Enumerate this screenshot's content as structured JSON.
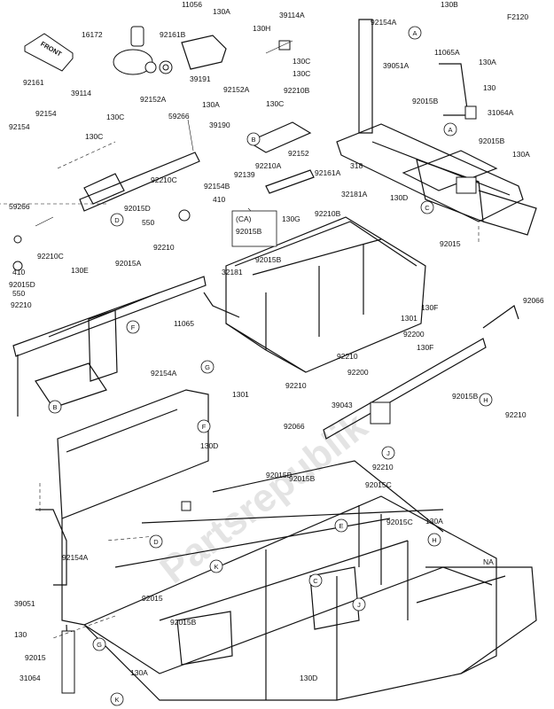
{
  "figure_code": "F2120",
  "front_label": "FRONT",
  "watermark": "Partsrepublik",
  "part_labels": [
    "130B",
    "11056",
    "130A",
    "130H",
    "39114A",
    "92154A",
    "11065A",
    "130A",
    "16172",
    "92161B",
    "130C",
    "130C",
    "39051A",
    "130",
    "31064A",
    "92161",
    "92152A",
    "130A",
    "92152A",
    "39191",
    "39114",
    "130C",
    "130C",
    "92210B",
    "92154",
    "130C",
    "92015B",
    "92154",
    "59266",
    "39190",
    "92152",
    "318",
    "92015B",
    "130A",
    "92210A",
    "92161A",
    "92154B",
    "92139",
    "92210C",
    "410",
    "130G",
    "92210B",
    "32181A",
    "130D",
    "59266",
    "92015D",
    "550",
    "92210C",
    "92015A",
    "92210",
    "32181",
    "410",
    "130E",
    "92015",
    "92015D",
    "550",
    "92210",
    "11065",
    "92015B",
    "1301",
    "92066",
    "130F",
    "92200",
    "92210",
    "130F",
    "92154A",
    "92200",
    "1301",
    "92210",
    "39043",
    "92015B",
    "92210",
    "92066",
    "130D",
    "92210",
    "92015B",
    "92015B",
    "92015C",
    "92015C",
    "92154A",
    "39051",
    "92015",
    "92015B",
    "130A",
    "130",
    "92015",
    "31064",
    "130A",
    "130D",
    "NA"
  ],
  "callouts": [
    "A",
    "B",
    "C",
    "D",
    "E",
    "F",
    "G",
    "H",
    "J",
    "K"
  ],
  "ca_box": {
    "title": "(CA)",
    "part": "92015B"
  }
}
